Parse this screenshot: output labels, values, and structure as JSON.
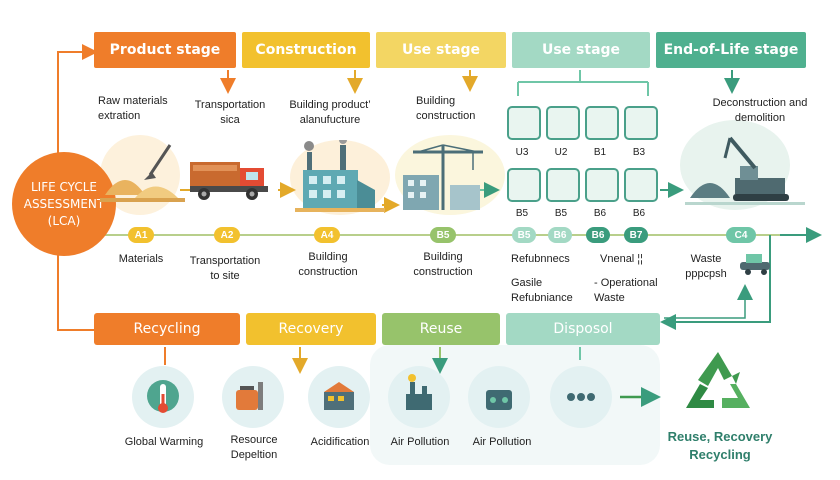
{
  "lca": {
    "line1": "LIFE CYCLE",
    "line2": "ASSESSMENT",
    "line3": "(LCA)"
  },
  "stages": {
    "product": "Product stage",
    "construction": "Construction",
    "use1": "Use stage",
    "use2": "Use stage",
    "eol": "End-of-Life stage"
  },
  "top_labels": {
    "raw": "Raw materials\nextration",
    "transport": "Transportation\nsica",
    "manufacture": "Building product’\nalanufucture",
    "construction": "Building\nconstruction",
    "demolition": "Deconstruction and\ndemolition"
  },
  "modules_top": [
    "U3",
    "U2",
    "B1",
    "B3"
  ],
  "modules_bottom": [
    "B5",
    "B5",
    "B6",
    "B6"
  ],
  "pills": {
    "a1": "A1",
    "a2": "A2",
    "a4": "A4",
    "b5": "B5",
    "b5b": "B5",
    "b6": "B6",
    "b6b": "B6",
    "b7": "B7",
    "c4": "C4"
  },
  "bottom_labels": {
    "materials": "Materials",
    "transport": "Transportation\nto site",
    "building": "Building\nconstruction",
    "construction": "Building\nconstruction",
    "refurb": "Refubnnecs",
    "vnenal": "Vnenal ¦¦",
    "waste": "Waste\npppcpsh",
    "gasile": "Gasile\nRefubniance",
    "operational": "- Operational\nWaste"
  },
  "end_stages": {
    "recycling": "Recycling",
    "recovery": "Recovery",
    "reuse": "Reuse",
    "disposal": "Disposol"
  },
  "impacts": [
    "Global Warming",
    "Resource\nDepeltion",
    "Acidification",
    "Air Pollution",
    "Air Pollution"
  ],
  "recycle_caption": {
    "line1": "Reuse, Recovery",
    "line2": "Recycling"
  },
  "colors": {
    "orange": "#ef7d2a",
    "yellow": "#f2c12e",
    "yellow_light": "#f3d663",
    "green_light": "#97c36b",
    "teal_light": "#6fc6a7",
    "teal": "#3a9c7d",
    "recycle_green": "#3f9a4f"
  }
}
